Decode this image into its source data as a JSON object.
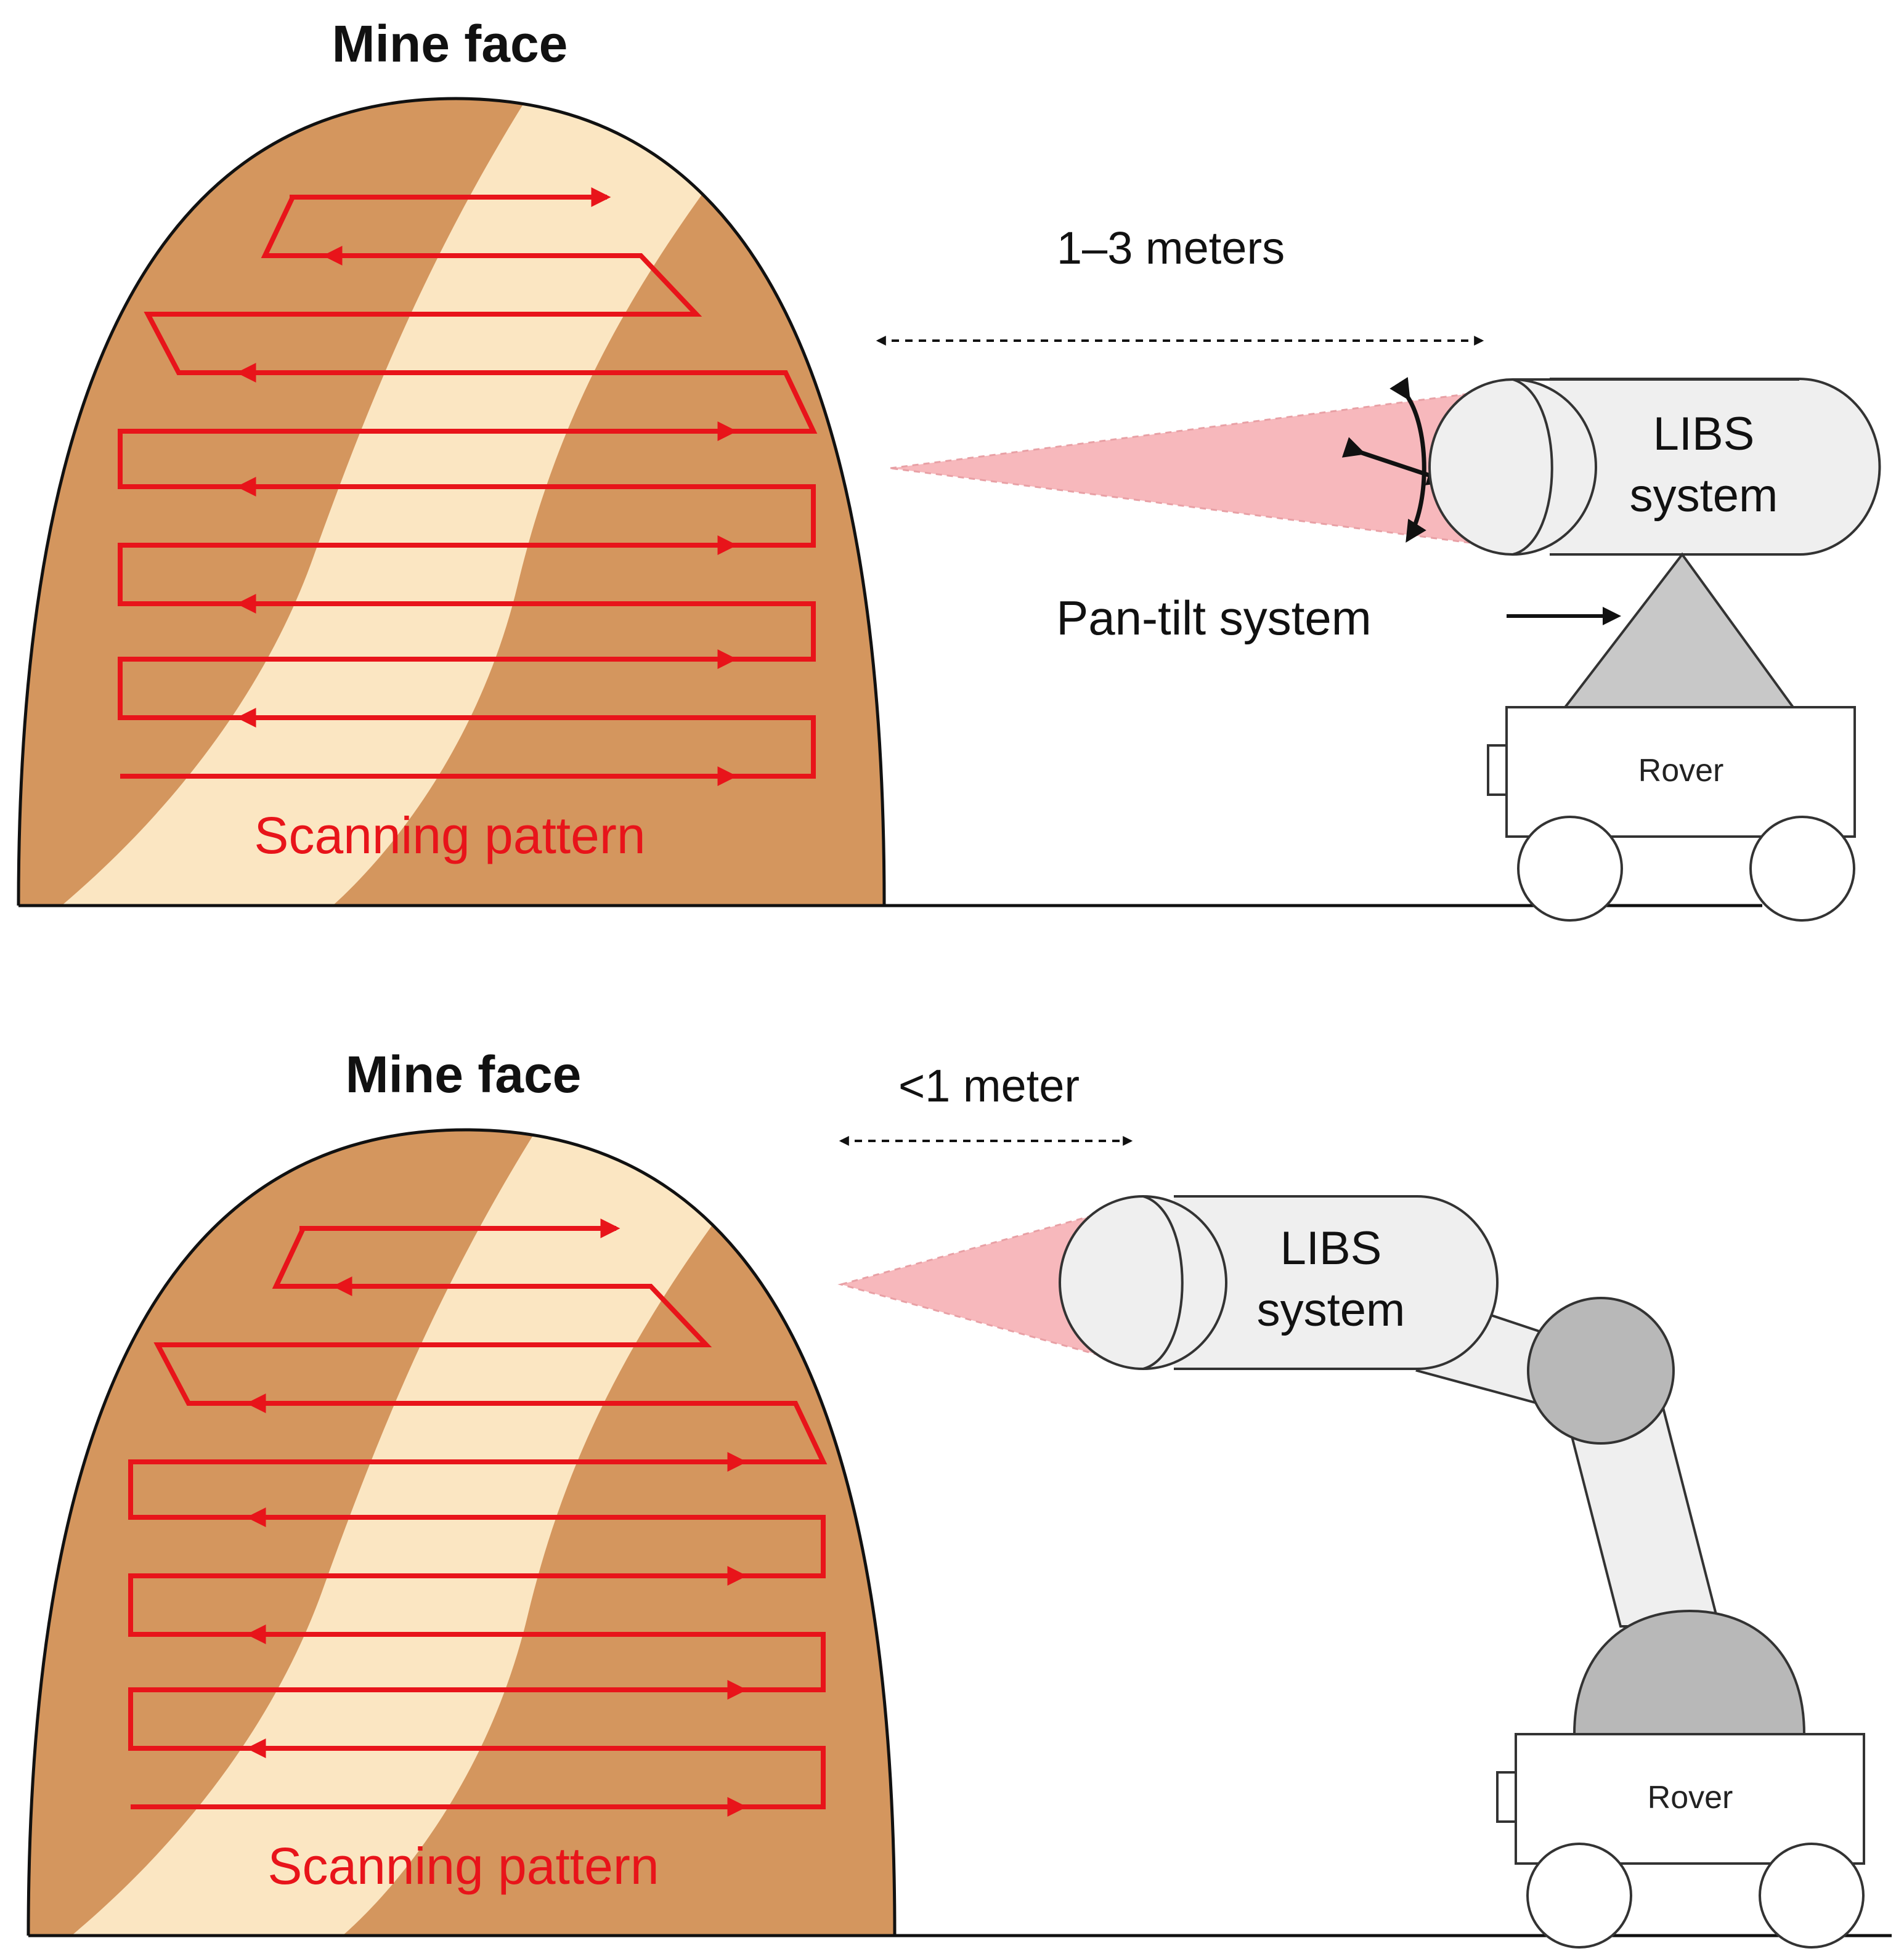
{
  "panels": [
    {
      "title": "Mine face",
      "distance_label": "1–3 meters",
      "libs_label_line1": "LIBS",
      "libs_label_line2": "system",
      "mount_label": "Pan-tilt system",
      "rover_label": "Rover",
      "scan_label": "Scanning pattern"
    },
    {
      "title": "Mine face",
      "distance_label": "<1 meter",
      "libs_label_line1": "LIBS",
      "libs_label_line2": "system",
      "rover_label": "Rover",
      "scan_label": "Scanning pattern"
    }
  ],
  "colors": {
    "rock": "#d4965e",
    "vein": "#fbe6c2",
    "scan_path": "#e8141a",
    "beam": "#f7b8bc",
    "libs_body": "#efefef",
    "mount": "#c8c8c8",
    "joint": "#b8b8b8"
  },
  "icons": [
    "pan-tilt-arrows-icon",
    "scan-arrow-icon"
  ]
}
